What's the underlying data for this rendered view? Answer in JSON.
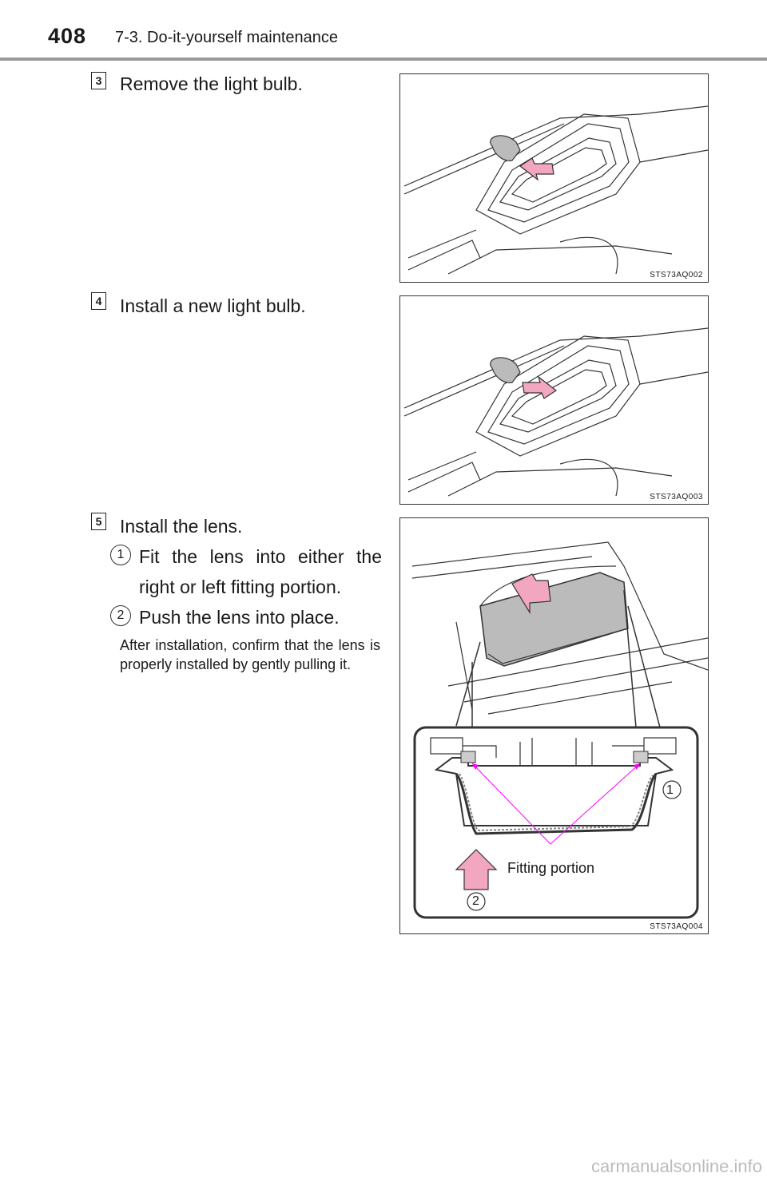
{
  "header": {
    "page_number": "408",
    "section": "7-3. Do-it-yourself maintenance"
  },
  "steps": [
    {
      "number": "3",
      "text": "Remove the light bulb.",
      "figure_code": "STS73AQ002"
    },
    {
      "number": "4",
      "text": "Install a new light bulb.",
      "figure_code": "STS73AQ003"
    },
    {
      "number": "5",
      "text": "Install the lens.",
      "figure_code": "STS73AQ004",
      "substeps": [
        {
          "marker": "1",
          "text": "Fit the lens into either the right or left fitting portion."
        },
        {
          "marker": "2",
          "text": "Push the lens into place."
        }
      ],
      "note": "After installation, confirm that the lens is properly installed by gently pulling it.",
      "callouts": {
        "marker_1": "1",
        "marker_2": "2",
        "fitting_label": "Fitting portion"
      }
    }
  ],
  "watermark": "carmanualsonline.info",
  "colors": {
    "arrow_fill": "#f2a6bf",
    "callout_line": "#ff00ff",
    "rule": "#9a9a9a"
  }
}
